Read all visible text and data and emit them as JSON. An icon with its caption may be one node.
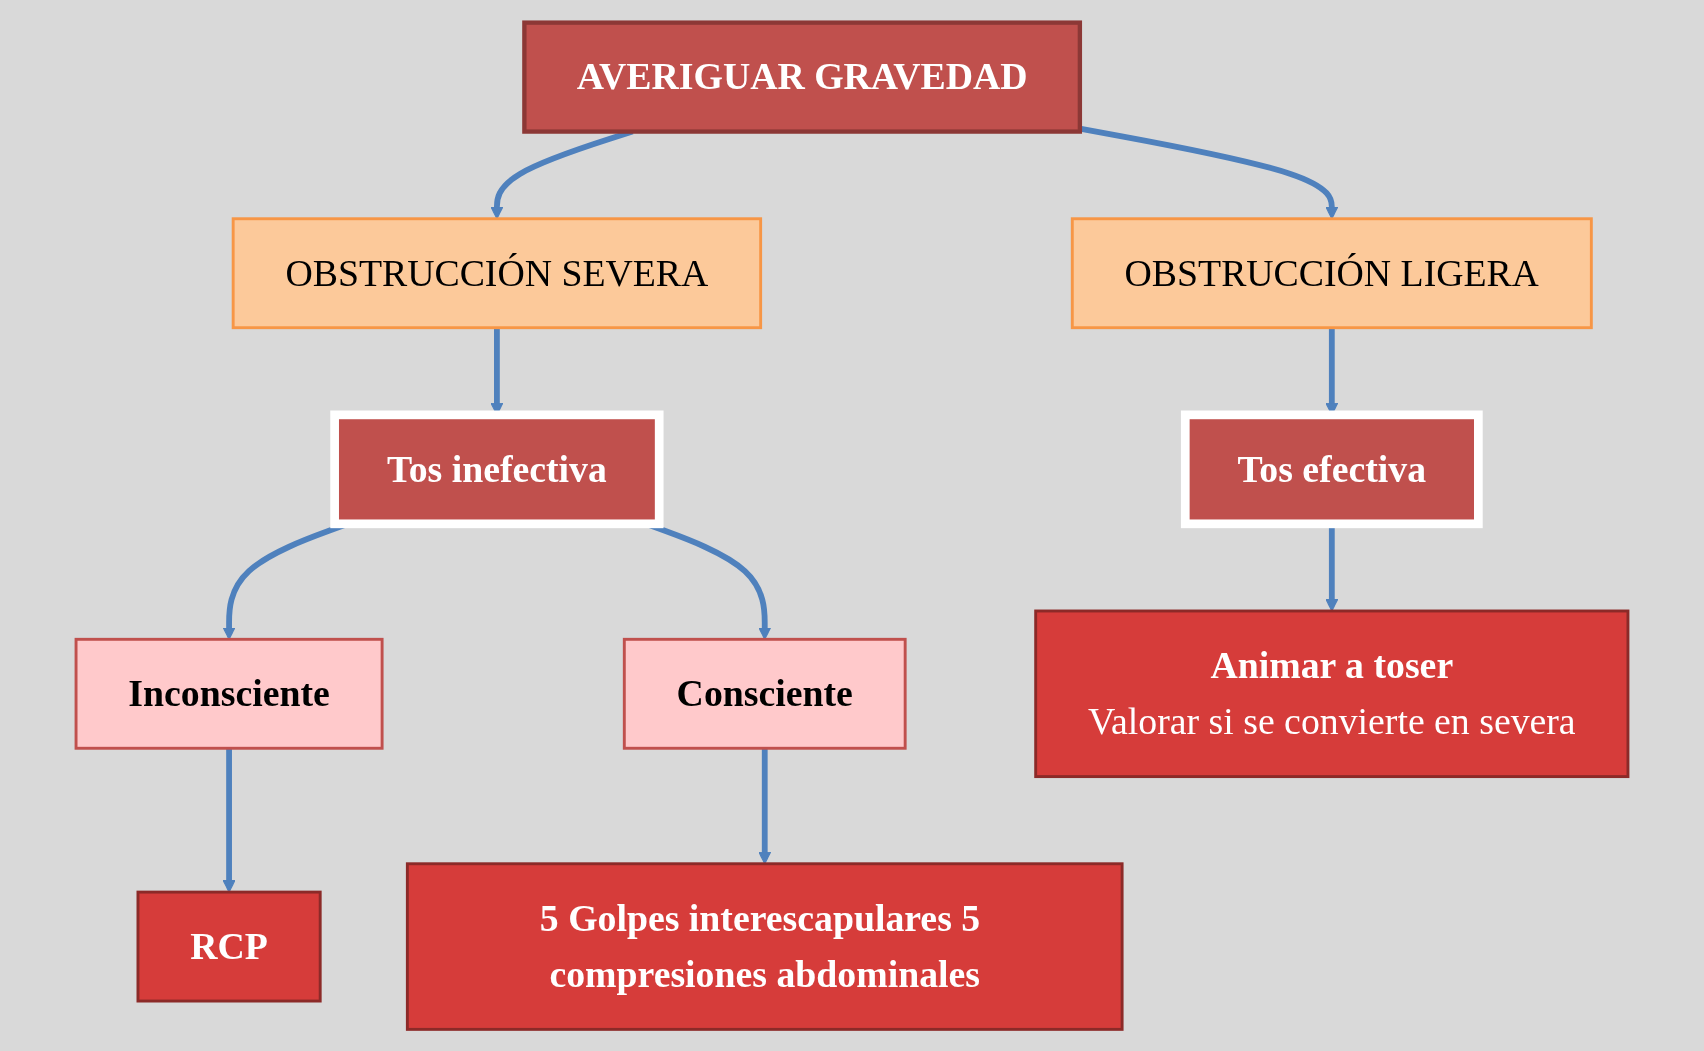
{
  "diagram": {
    "nodes": [
      {
        "text": [
          "AVERIGUAR GRAVEDAD"
        ]
      },
      {
        "text": [
          "OBSTRUCCIÓN SEVERA"
        ]
      },
      {
        "text": [
          "OBSTRUCCIÓN LIGERA"
        ]
      },
      {
        "text": [
          "Tos inefectiva"
        ]
      },
      {
        "text": [
          "Tos efectiva"
        ]
      },
      {
        "text": [
          "Inconsciente"
        ]
      },
      {
        "text": [
          "Consciente"
        ]
      },
      {
        "text": [
          "RCP"
        ]
      },
      {
        "text": [
          "5 Golpes interescapulares 5 compresiones abdominales"
        ]
      },
      {
        "text": [
          "Animar a toser",
          "Valorar si se convierte en severa"
        ]
      }
    ],
    "edges": [
      {
        "from": 0,
        "to": 1,
        "arrow": "to"
      },
      {
        "from": 0,
        "to": 2,
        "arrow": "to"
      },
      {
        "from": 1,
        "to": 3,
        "arrow": "to"
      },
      {
        "from": 2,
        "to": 4,
        "arrow": "to"
      },
      {
        "from": 3,
        "to": 5,
        "arrow": "to"
      },
      {
        "from": 3,
        "to": 6,
        "arrow": "to"
      },
      {
        "from": 5,
        "to": 7,
        "arrow": "to"
      },
      {
        "from": 6,
        "to": 8,
        "arrow": "to"
      },
      {
        "from": 4,
        "to": 9,
        "arrow": "to"
      }
    ]
  }
}
